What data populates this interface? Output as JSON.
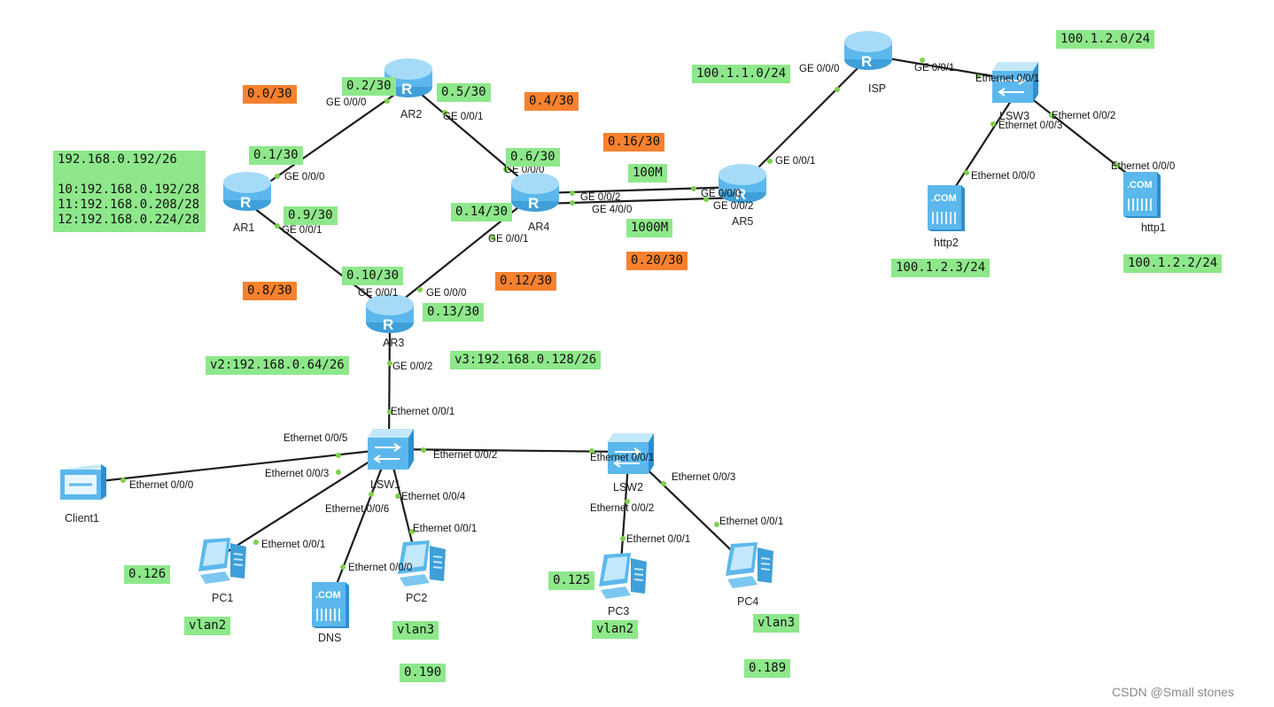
{
  "colors": {
    "link": "#1c1c1c",
    "port_dot": "#7dd14a",
    "green_tag": "#8ee88b",
    "orange_tag": "#f7812e",
    "device_blue": "#5cb8ec"
  },
  "devices": {
    "ar1": {
      "label": "AR1",
      "icon": "router-icon"
    },
    "ar2": {
      "label": "AR2",
      "icon": "router-icon"
    },
    "ar3": {
      "label": "AR3",
      "icon": "router-icon"
    },
    "ar4": {
      "label": "AR4",
      "icon": "router-icon"
    },
    "ar5": {
      "label": "AR5",
      "icon": "router-icon"
    },
    "isp": {
      "label": "ISP",
      "icon": "router-icon"
    },
    "lsw1": {
      "label": "LSW1",
      "icon": "switch-icon"
    },
    "lsw2": {
      "label": "LSW2",
      "icon": "switch-icon"
    },
    "lsw3": {
      "label": "LSW3",
      "icon": "switch-icon"
    },
    "client1": {
      "label": "Client1",
      "icon": "client-icon"
    },
    "pc1": {
      "label": "PC1",
      "icon": "pc-icon"
    },
    "pc2": {
      "label": "PC2",
      "icon": "pc-icon"
    },
    "pc3": {
      "label": "PC3",
      "icon": "pc-icon"
    },
    "pc4": {
      "label": "PC4",
      "icon": "pc-icon"
    },
    "dns": {
      "label": "DNS",
      "icon": "server-icon"
    },
    "http1": {
      "label": "http1",
      "icon": "server-icon"
    },
    "http2": {
      "label": "http2",
      "icon": "server-icon"
    }
  },
  "server_badge": ".COM",
  "ports": {
    "ar2_g0": "GE 0/0/0",
    "ar2_g1": "GE 0/0/1",
    "ar1_g0": "GE 0/0/0",
    "ar1_g1": "GE 0/0/1",
    "ar4_g0": "GE 0/0/0",
    "ar4_g1": "GE 0/0/1",
    "ar4_g2": "GE 0/0/2",
    "ar4_g40": "GE 4/0/0",
    "ar5_g0": "GE 0/0/0",
    "ar5_g1": "GE 0/0/1",
    "ar5_g2": "GE 0/0/2",
    "ar3_g1": "GE 0/0/1",
    "ar3_g0": "GE 0/0/0",
    "ar3_g2": "GE 0/0/2",
    "isp_g0": "GE 0/0/0",
    "isp_g1": "GE 0/0/1",
    "lsw3_e1": "Ethernet 0/0/1",
    "lsw3_e2": "Ethernet 0/0/2",
    "lsw3_e3": "Ethernet 0/0/3",
    "http2_e0": "Ethernet 0/0/0",
    "http1_e0": "Ethernet 0/0/0",
    "lsw1_e1": "Ethernet 0/0/1",
    "lsw1_e5": "Ethernet 0/0/5",
    "lsw1_e2": "Ethernet 0/0/2",
    "lsw1_e3": "Ethernet 0/0/3",
    "lsw1_e6": "Ethernet 0/0/6",
    "lsw1_e4": "Ethernet 0/0/4",
    "client1_e0": "Ethernet 0/0/0",
    "pc1_e1": "Ethernet 0/0/1",
    "dns_e0": "Ethernet 0/0/0",
    "pc2_e1": "Ethernet 0/0/1",
    "lsw2_e1": "Ethernet 0/0/1",
    "lsw2_e2": "Ethernet 0/0/2",
    "lsw2_e3": "Ethernet 0/0/3",
    "pc3_e1": "Ethernet 0/0/1",
    "pc4_e1": "Ethernet 0/0/1"
  },
  "tags": {
    "net_00": "0.0/30",
    "ip_02": "0.2/30",
    "ip_05": "0.5/30",
    "net_04": "0.4/30",
    "net_016": "0.16/30",
    "ip_01": "0.1/30",
    "ip_06": "0.6/30",
    "subnets": "192.168.0.192/26\n\n10:192.168.0.192/28\n11:192.168.0.208/28\n12:192.168.0.224/28",
    "ip_09": "0.9/30",
    "ip_014": "0.14/30",
    "bw_100m": "100M",
    "bw_1000m": "1000M",
    "net_020": "0.20/30",
    "ip_010": "0.10/30",
    "net_08": "0.8/30",
    "net_012": "0.12/30",
    "ip_013": "0.13/30",
    "v2": "v2:192.168.0.64/26",
    "v3": "v3:192.168.0.128/26",
    "isp_net": "100.1.1.0/24",
    "srv_net": "100.1.2.0/24",
    "http2_ip": "100.1.2.3/24",
    "http1_ip": "100.1.2.2/24",
    "pc1_ip": "0.126",
    "pc1_vlan": "vlan2",
    "pc2_vlan": "vlan3",
    "dns_ip": "0.190",
    "pc3_ip": "0.125",
    "pc3_vlan": "vlan2",
    "pc4_vlan": "vlan3",
    "pc4_ip": "0.189"
  },
  "watermark": "CSDN @Small stones"
}
